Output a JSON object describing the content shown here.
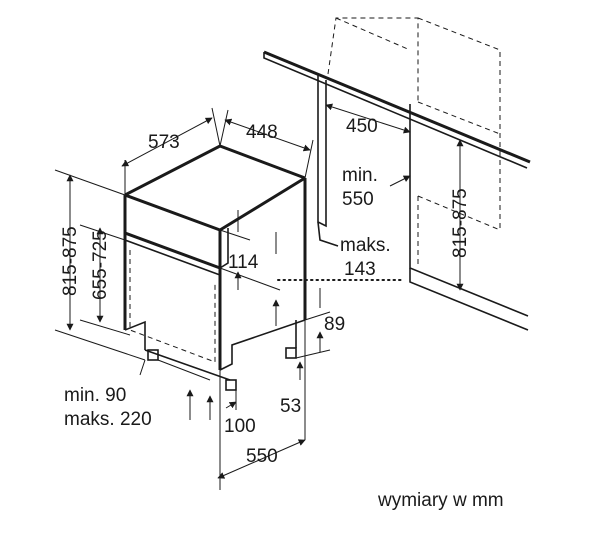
{
  "labels": {
    "w573": "573",
    "w448": "448",
    "d450": "450",
    "min550_a": "min.",
    "min550_b": "550",
    "maks143_a": "maks.",
    "maks143_b": "143",
    "h815_right": "815-875",
    "h815_left": "815-875",
    "h655": "655-725",
    "h114": "114",
    "h89": "89",
    "h53": "53",
    "min90": "min. 90",
    "maks220": "maks. 220",
    "d100": "100",
    "d550": "550",
    "units": "wymiary w mm"
  }
}
